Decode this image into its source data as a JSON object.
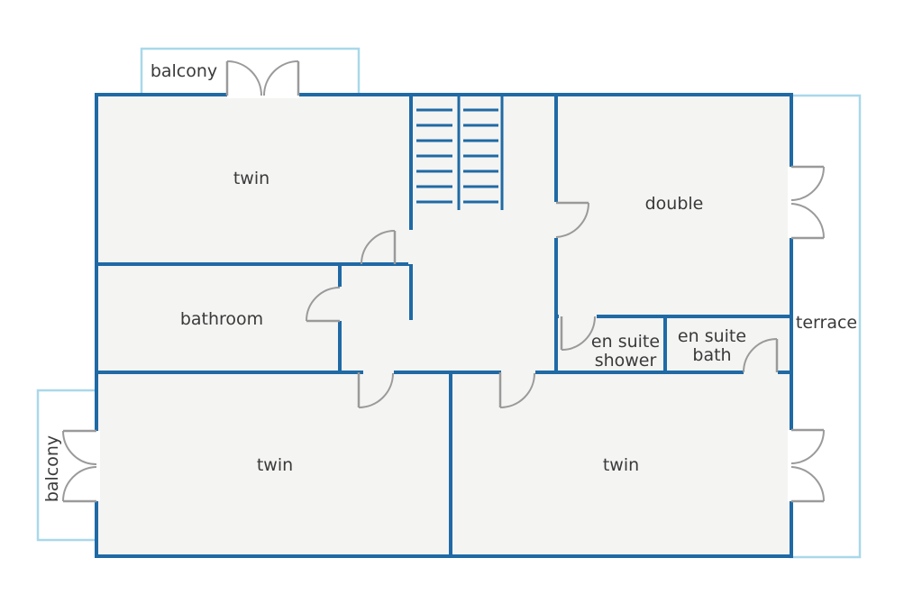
{
  "rooms": {
    "twin_top": "twin",
    "double": "double",
    "bathroom": "bathroom",
    "ensuite_shower": [
      "en suite",
      "shower"
    ],
    "ensuite_bath": [
      "en suite",
      "bath"
    ],
    "twin_bottom_left": "twin",
    "twin_bottom_right": "twin"
  },
  "outdoor": {
    "balcony_top": "balcony",
    "balcony_left": "balcony",
    "terrace": "terrace"
  },
  "colors": {
    "wall": "#1f6aa5",
    "outdoor_outline": "#a9d8ea",
    "floor": "#f4f4f3",
    "door": "#9a9a9a",
    "text": "#3a3a3a"
  }
}
